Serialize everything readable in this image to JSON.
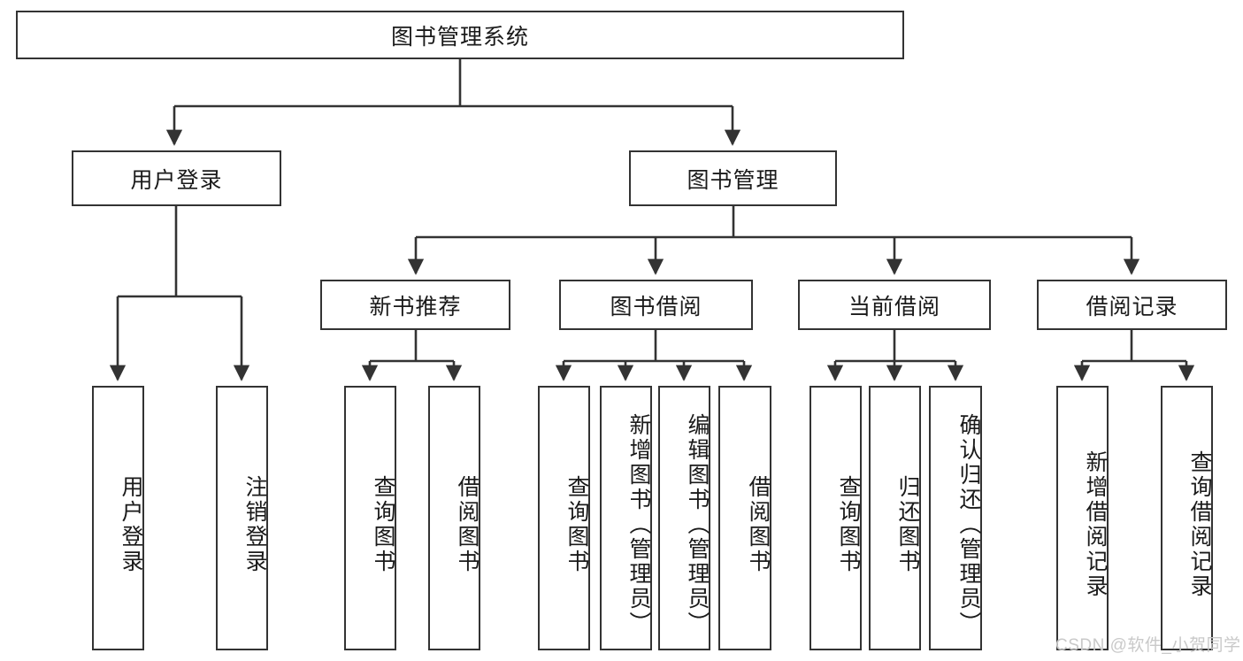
{
  "diagram": {
    "title": "图书管理系统",
    "type": "tree-hierarchy-chart",
    "root": {
      "label": "图书管理系统"
    },
    "level2": [
      {
        "label": "用户登录"
      },
      {
        "label": "图书管理"
      }
    ],
    "level3": [
      {
        "label": "新书推荐"
      },
      {
        "label": "图书借阅"
      },
      {
        "label": "当前借阅"
      },
      {
        "label": "借阅记录"
      }
    ],
    "leaves": {
      "user_login": [
        {
          "label": "用户登录"
        },
        {
          "label": "注销登录"
        }
      ],
      "new_book": [
        {
          "label": "查询图书"
        },
        {
          "label": "借阅图书"
        }
      ],
      "book_borrow": [
        {
          "label": "查询图书"
        },
        {
          "label": "新增图书（管理员）"
        },
        {
          "label": "编辑图书（管理员）"
        },
        {
          "label": "借阅图书"
        }
      ],
      "current_borrow": [
        {
          "label": "查询图书"
        },
        {
          "label": "归还图书"
        },
        {
          "label": "确认归还（管理员）"
        }
      ],
      "borrow_record": [
        {
          "label": "新增借阅记录"
        },
        {
          "label": "查询借阅记录"
        }
      ]
    }
  },
  "watermark": {
    "text": "CSDN @软件_小贺同学"
  },
  "colors": {
    "stroke": "#333333",
    "text": "#1a1a1a",
    "background": "#ffffff",
    "watermark": "#c9c9c9"
  }
}
